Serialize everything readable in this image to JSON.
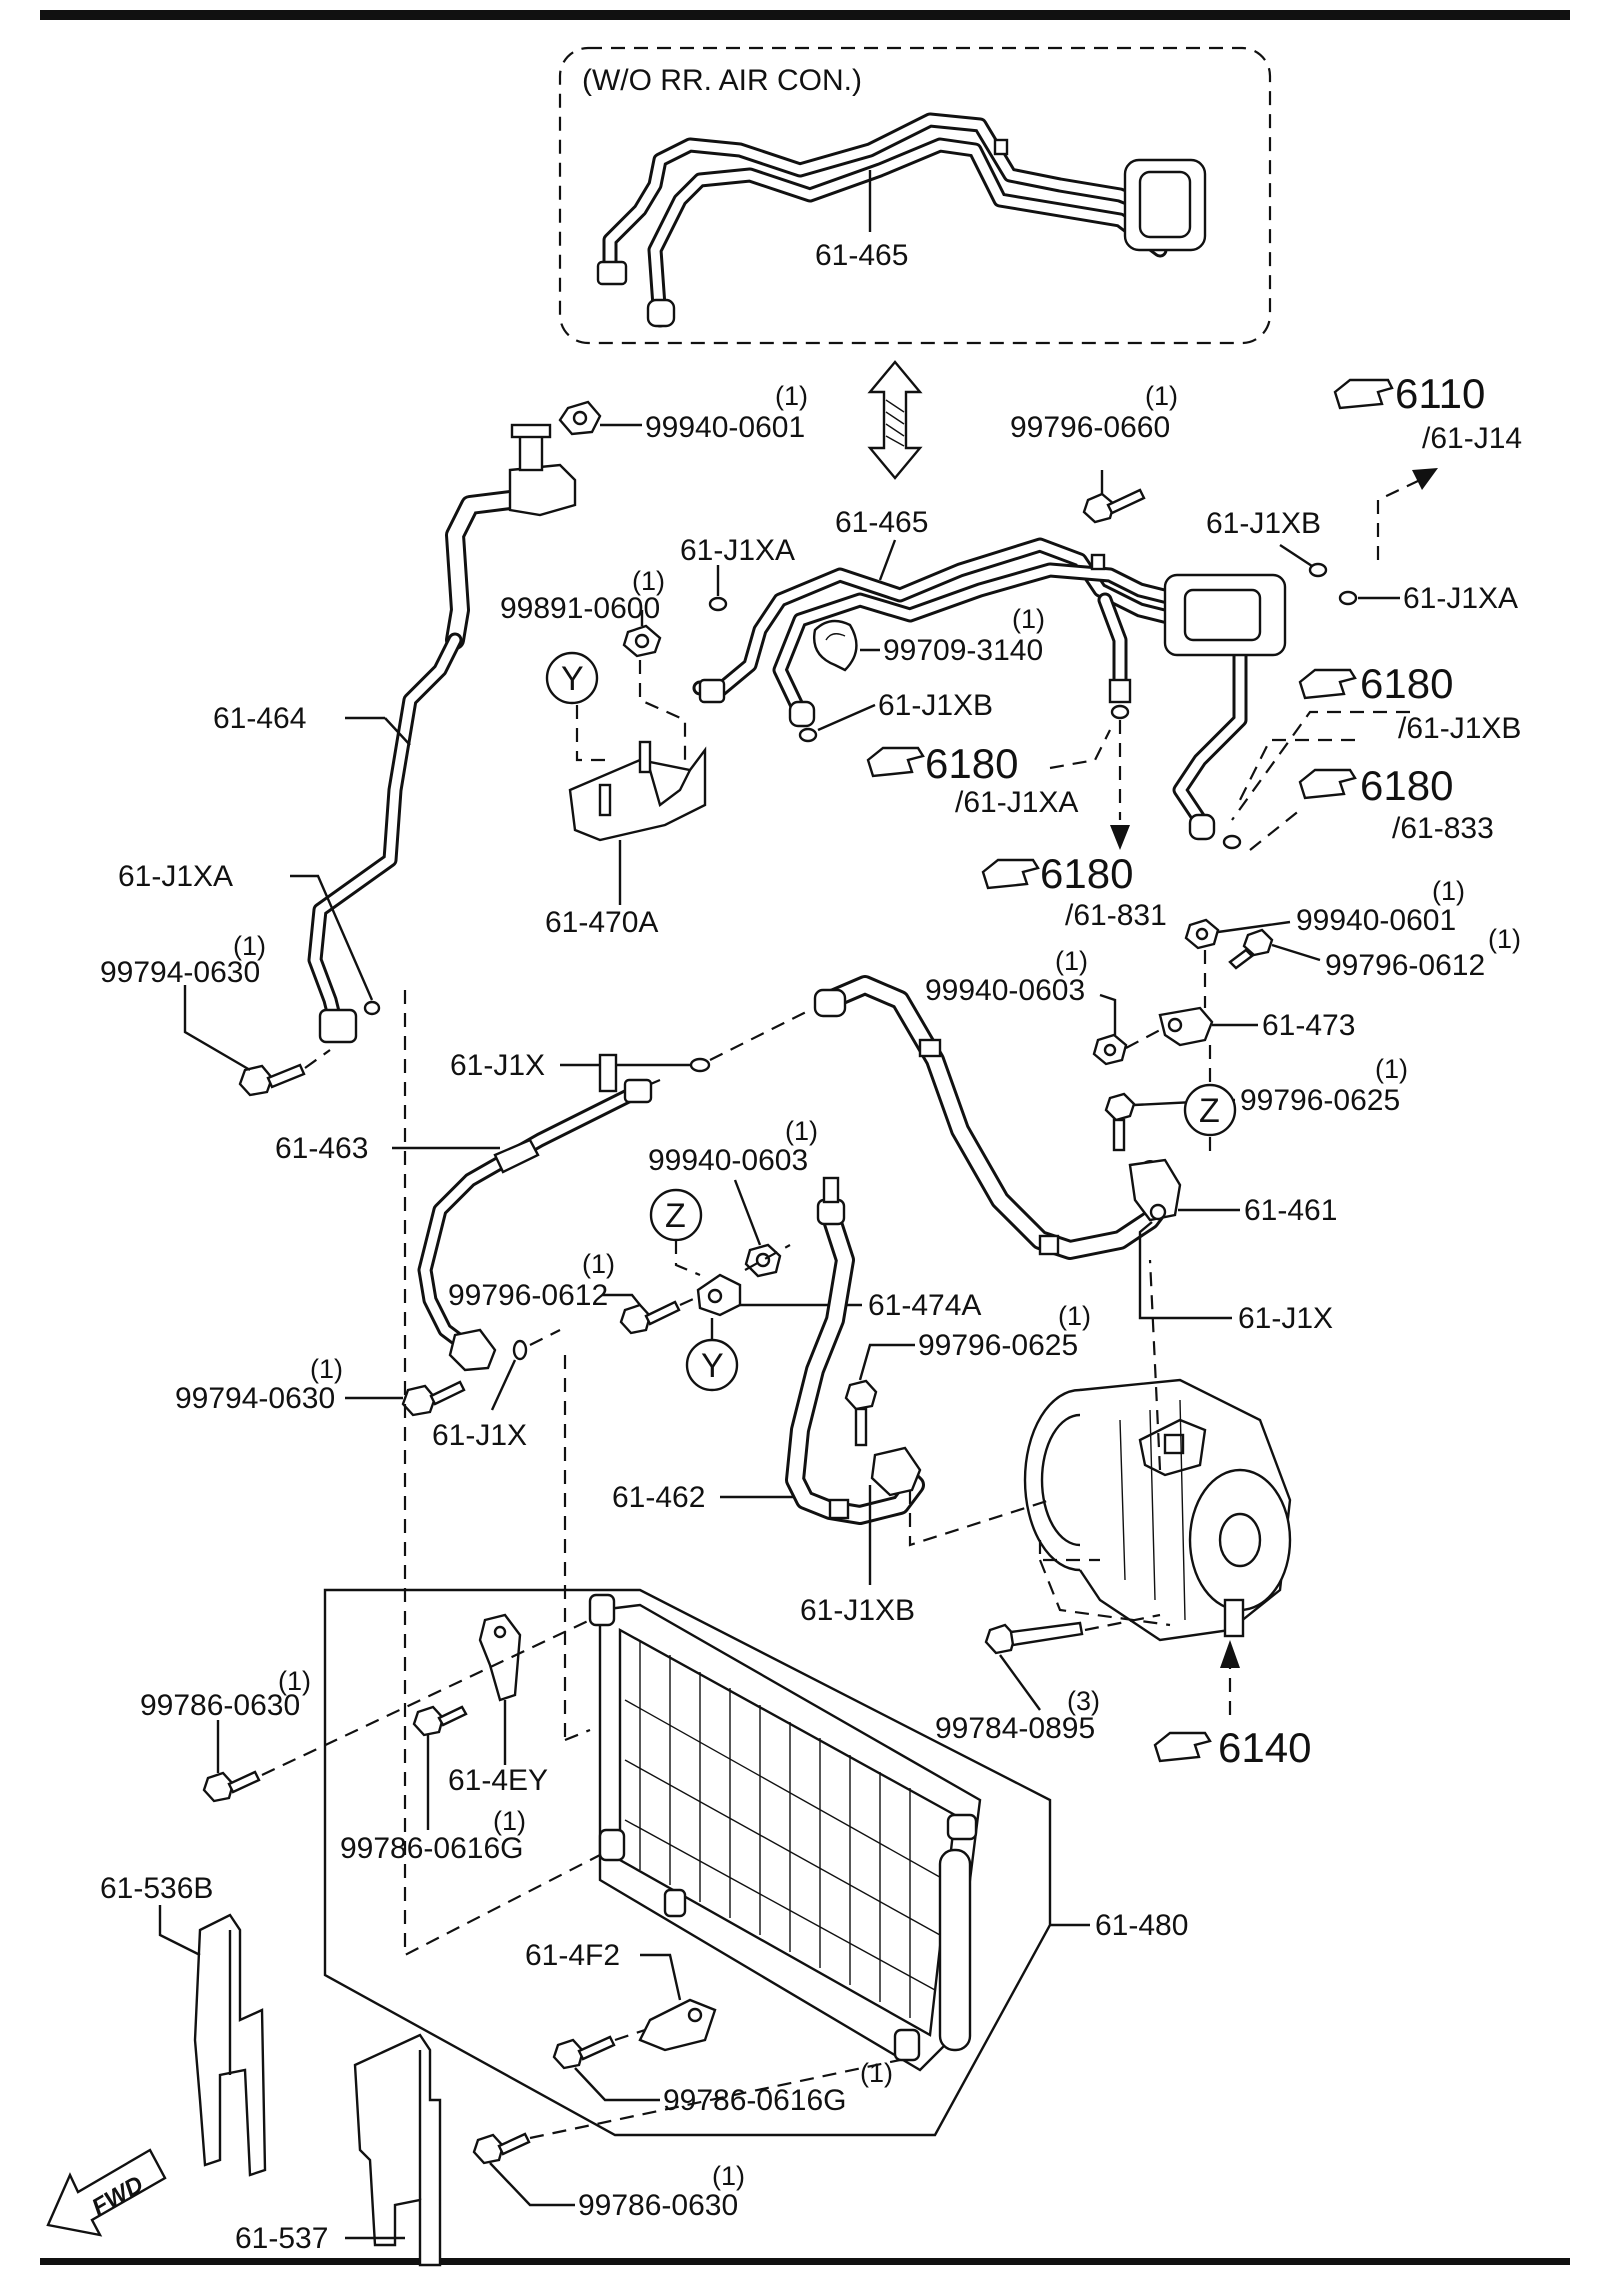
{
  "variant_box": {
    "label": "(W/O RR. AIR CON.)",
    "part": "61-465"
  },
  "parts": {
    "p465": "61-465",
    "p464": "61-464",
    "p463": "61-463",
    "p462": "61-462",
    "p461": "61-461",
    "p470a": "61-470A",
    "p473": "61-473",
    "p474a": "61-474A",
    "p480": "61-480",
    "p4ey": "61-4EY",
    "p4f2": "61-4F2",
    "p536b": "61-536B",
    "p537": "61-537"
  },
  "orings": {
    "j1xa_top": "61-J1XA",
    "j1xb_top": "61-J1XB",
    "j1xa_right": "61-J1XA",
    "j1xb_mid": "61-J1XB",
    "j1xa_left": "61-J1XA",
    "j1x_mid": "61-J1X",
    "j1x_left": "61-J1X",
    "j1x_right": "61-J1X",
    "j1xb_low": "61-J1XB"
  },
  "fasteners": [
    {
      "id": "f1",
      "part": "99940-0601",
      "qty": "(1)"
    },
    {
      "id": "f2",
      "part": "99796-0660",
      "qty": "(1)"
    },
    {
      "id": "f3",
      "part": "99891-0600",
      "qty": "(1)"
    },
    {
      "id": "f4",
      "part": "99709-3140",
      "qty": "(1)"
    },
    {
      "id": "f5",
      "part": "99794-0630",
      "qty": "(1)"
    },
    {
      "id": "f6",
      "part": "99940-0601",
      "qty": "(1)"
    },
    {
      "id": "f7",
      "part": "99796-0612",
      "qty": "(1)"
    },
    {
      "id": "f8",
      "part": "99940-0603",
      "qty": "(1)"
    },
    {
      "id": "f9",
      "part": "99796-0625",
      "qty": "(1)"
    },
    {
      "id": "f10",
      "part": "99940-0603",
      "qty": "(1)"
    },
    {
      "id": "f11",
      "part": "99796-0612",
      "qty": "(1)"
    },
    {
      "id": "f12",
      "part": "99796-0625",
      "qty": "(1)"
    },
    {
      "id": "f13",
      "part": "99794-0630",
      "qty": "(1)"
    },
    {
      "id": "f14",
      "part": "99786-0630",
      "qty": "(1)"
    },
    {
      "id": "f15",
      "part": "99786-0616G",
      "qty": "(1)"
    },
    {
      "id": "f16",
      "part": "99784-0895",
      "qty": "(3)"
    },
    {
      "id": "f17",
      "part": "99786-0616G",
      "qty": "(1)"
    },
    {
      "id": "f18",
      "part": "99786-0630",
      "qty": "(1)"
    }
  ],
  "references": [
    {
      "id": "r6110",
      "group": "6110",
      "sub": "/61-J14"
    },
    {
      "id": "r6180a",
      "group": "6180",
      "sub": "/61-J1XB"
    },
    {
      "id": "r6180b",
      "group": "6180",
      "sub": "/61-J1XA"
    },
    {
      "id": "r6180c",
      "group": "6180",
      "sub": "/61-833"
    },
    {
      "id": "r6180d",
      "group": "6180",
      "sub": "/61-831"
    },
    {
      "id": "r6140",
      "group": "6140",
      "sub": ""
    }
  ],
  "circle_markers": {
    "y1": "Y",
    "y2": "Y",
    "z1": "Z",
    "z2": "Z"
  },
  "direction": "FWD"
}
